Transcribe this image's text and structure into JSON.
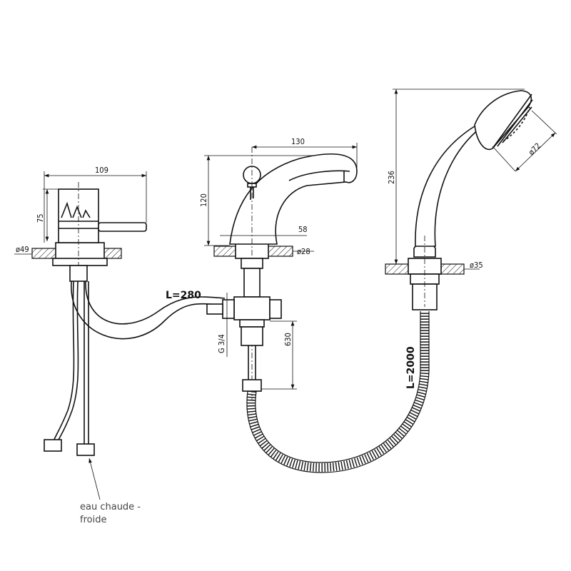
{
  "dimensions": {
    "mixer_width": "109",
    "mixer_height": "75",
    "mixer_base_diameter": "ø49",
    "spout_reach": "130",
    "spout_height": "120",
    "spout_base_width": "58",
    "spout_base_diameter": "ø28",
    "connection_hose_length": "L=280",
    "thread": "G 3/4",
    "valve_drop": "630",
    "shower_height": "236",
    "shower_head_diameter": "ø72",
    "shower_base_diameter": "ø35",
    "shower_hose_length": "L=2000"
  },
  "note": {
    "line1": "eau chaude -",
    "line2": "froide"
  }
}
